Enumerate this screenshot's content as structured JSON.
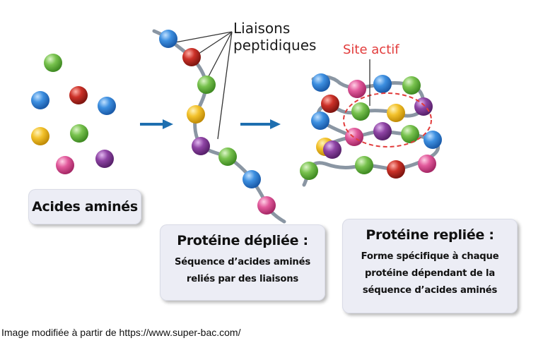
{
  "labels": {
    "liaisons_line1": "Liaisons",
    "liaisons_line2": "peptidiques",
    "site_actif": "Site actif"
  },
  "boxes": {
    "amino": {
      "title": "Acides aminés"
    },
    "unfolded": {
      "title": "Protéine dépliée :",
      "line1": "Séquence d’acides aminés",
      "line2": "reliés par des liaisons"
    },
    "folded": {
      "title": "Protéine repliée :",
      "line1": "Forme spécifique à chaque",
      "line2": "protéine dépendant de la",
      "line3": "séquence d’acides aminés"
    }
  },
  "caption": "Image modifiée à partir de https://www.super-bac.com/",
  "colors": {
    "blue": "#2b7fd4",
    "red": "#c42a2a",
    "green": "#6fbe4a",
    "yellow": "#f2c12a",
    "purple": "#8b3f9e",
    "pink": "#e0559a",
    "chain": "#8a96a3",
    "arrow": "#1e6fb0",
    "site": "#e23b3b"
  }
}
